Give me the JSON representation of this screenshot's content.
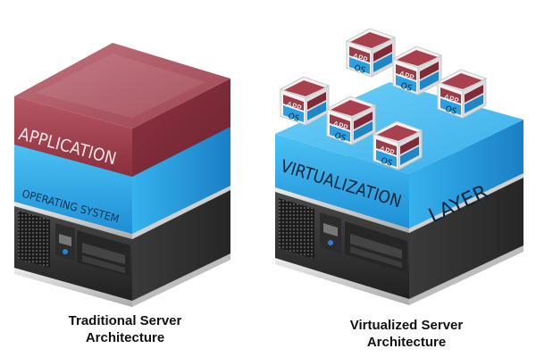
{
  "left": {
    "application_label": "APPLICATION",
    "os_label": "OPERATING SYSTEM",
    "caption_line1": "Traditional Server",
    "caption_line2": "Architecture"
  },
  "right": {
    "layer_word1": "VIRTUALIZATION",
    "layer_word2": "LAYER",
    "app_label": "APP",
    "os_label": "OS",
    "caption_line1": "Virtualized Server",
    "caption_line2": "Architecture"
  },
  "colors": {
    "application": "#9b3c48",
    "os_layer": "#27a6e8",
    "server": "#3a3a3a",
    "vm_os": "#2aa0e0"
  }
}
